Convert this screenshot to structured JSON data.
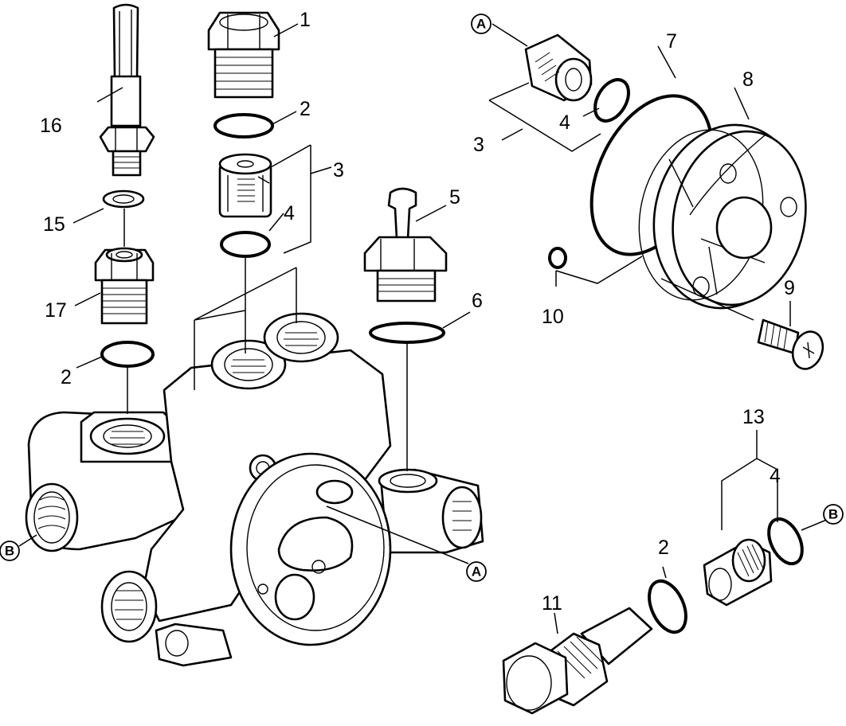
{
  "diagram": {
    "callouts": {
      "c1": "1",
      "c2a": "2",
      "c3a": "3",
      "c4a": "4",
      "c5": "5",
      "c6": "6",
      "c2b": "2",
      "c15": "15",
      "c16": "16",
      "c17": "17",
      "c3b": "3",
      "c4b": "4",
      "c7": "7",
      "c8": "8",
      "c9": "9",
      "c10": "10",
      "c13": "13",
      "c4c": "4",
      "c2c": "2",
      "c11": "11"
    },
    "refs": {
      "a_top": "A",
      "a_body": "A",
      "b_left": "B",
      "b_right": "B"
    }
  }
}
